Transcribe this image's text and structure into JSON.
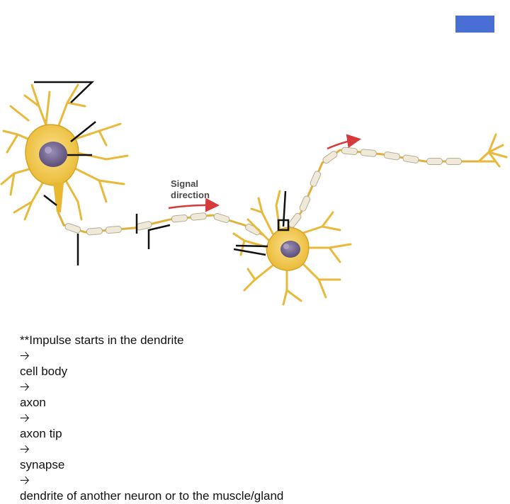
{
  "slide": {
    "accent_color": "#4a6fd4",
    "diagram": {
      "subject": "neuron-to-neuron signal path",
      "signal_label_line1": "Signal",
      "signal_label_line2": "direction",
      "signal_arrow_color": "#d63a3a",
      "cell_color": "#f2c94c",
      "nucleus_color": "#6b5f86",
      "myelin_color": "#efe9d9"
    },
    "caption": {
      "arrow_icon": "right-arrow-icon",
      "line1_parts": [
        "**Impulse starts in the dendrite",
        "cell body",
        "axon",
        "axon tip",
        "synapse"
      ],
      "line2_parts": [
        "dendrite of another neuron or to the muscle/gland"
      ]
    }
  }
}
